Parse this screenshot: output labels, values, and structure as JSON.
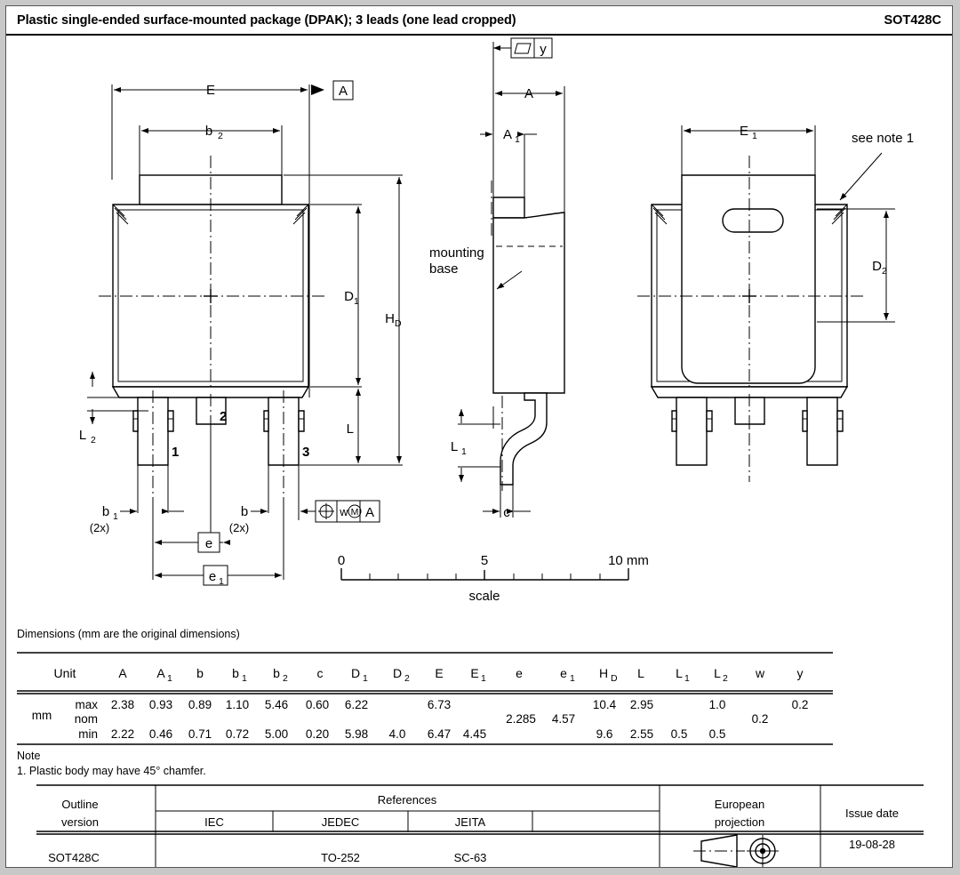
{
  "header": {
    "title": "Plastic single-ended surface-mounted package (DPAK); 3 leads (one lead cropped)",
    "package_code": "SOT428C"
  },
  "drawing": {
    "labels": {
      "E": "E",
      "b2": "b",
      "b2_sub": "2",
      "D1": "D",
      "D1_sub": "1",
      "HD": "H",
      "HD_sub": "D",
      "L": "L",
      "L2": "L",
      "L2_sub": "2",
      "lead1": "1",
      "lead2": "2",
      "lead3": "3",
      "b1": "b",
      "b1_sub": "1",
      "b1_2x": "(2x)",
      "b": "b",
      "b_2x": "(2x)",
      "e": "e",
      "e1": "e",
      "e1_sub": "1",
      "datum_A": "A",
      "datum_A2": "A",
      "tol_w": "w",
      "tol_M": "M",
      "tol_y": "y",
      "A": "A",
      "A1": "A",
      "A1_sub": "1",
      "L1": "L",
      "L1_sub": "1",
      "c": "c",
      "mounting_base": "mounting\nbase",
      "mounting_base_line1": "mounting",
      "mounting_base_line2": "base",
      "E1": "E",
      "E1_sub": "1",
      "D2": "D",
      "D2_sub": "2",
      "see_note": "see note 1"
    },
    "scale": {
      "label": "scale",
      "tick_0": "0",
      "tick_5": "5",
      "tick_10": "10 mm"
    }
  },
  "dimensions": {
    "caption": "Dimensions (mm are the original dimensions)",
    "unit_header": "Unit",
    "unit_value": "mm",
    "columns": [
      {
        "name": "A",
        "sub": ""
      },
      {
        "name": "A",
        "sub": "1"
      },
      {
        "name": "b",
        "sub": ""
      },
      {
        "name": "b",
        "sub": "1"
      },
      {
        "name": "b",
        "sub": "2"
      },
      {
        "name": "c",
        "sub": ""
      },
      {
        "name": "D",
        "sub": "1"
      },
      {
        "name": "D",
        "sub": "2"
      },
      {
        "name": "E",
        "sub": ""
      },
      {
        "name": "E",
        "sub": "1"
      },
      {
        "name": "e",
        "sub": ""
      },
      {
        "name": "e",
        "sub": "1"
      },
      {
        "name": "H",
        "sub": "D"
      },
      {
        "name": "L",
        "sub": ""
      },
      {
        "name": "L",
        "sub": "1"
      },
      {
        "name": "L",
        "sub": "2"
      },
      {
        "name": "w",
        "sub": ""
      },
      {
        "name": "y",
        "sub": ""
      }
    ],
    "rows": [
      {
        "label": "max",
        "values": [
          "2.38",
          "0.93",
          "0.89",
          "1.10",
          "5.46",
          "0.60",
          "6.22",
          "",
          "6.73",
          "",
          "",
          "",
          "10.4",
          "2.95",
          "",
          "1.0",
          "",
          "0.2"
        ]
      },
      {
        "label": "nom",
        "values": [
          "",
          "",
          "",
          "",
          "",
          "",
          "",
          "",
          "",
          "",
          "2.285",
          "4.57",
          "",
          "",
          "",
          "",
          "0.2",
          ""
        ]
      },
      {
        "label": "min",
        "values": [
          "2.22",
          "0.46",
          "0.71",
          "0.72",
          "5.00",
          "0.20",
          "5.98",
          "4.0",
          "6.47",
          "4.45",
          "",
          "",
          "9.6",
          "2.55",
          "0.5",
          "0.5",
          "",
          ""
        ]
      }
    ]
  },
  "note": {
    "heading": "Note",
    "items": [
      "1. Plastic body may have 45° chamfer."
    ]
  },
  "footer": {
    "outline_version_label_line1": "Outline",
    "outline_version_label_line2": "version",
    "references_label": "References",
    "iec_label": "IEC",
    "jedec_label": "JEDEC",
    "jeita_label": "JEITA",
    "blank_label": "",
    "european_projection_label_line1": "European",
    "european_projection_label_line2": "projection",
    "issue_date_label": "Issue date",
    "outline_version_value": "SOT428C",
    "iec_value": "",
    "jedec_value": "TO-252",
    "jeita_value": "SC-63",
    "blank_value": "",
    "issue_date_value": "19-08-28"
  }
}
